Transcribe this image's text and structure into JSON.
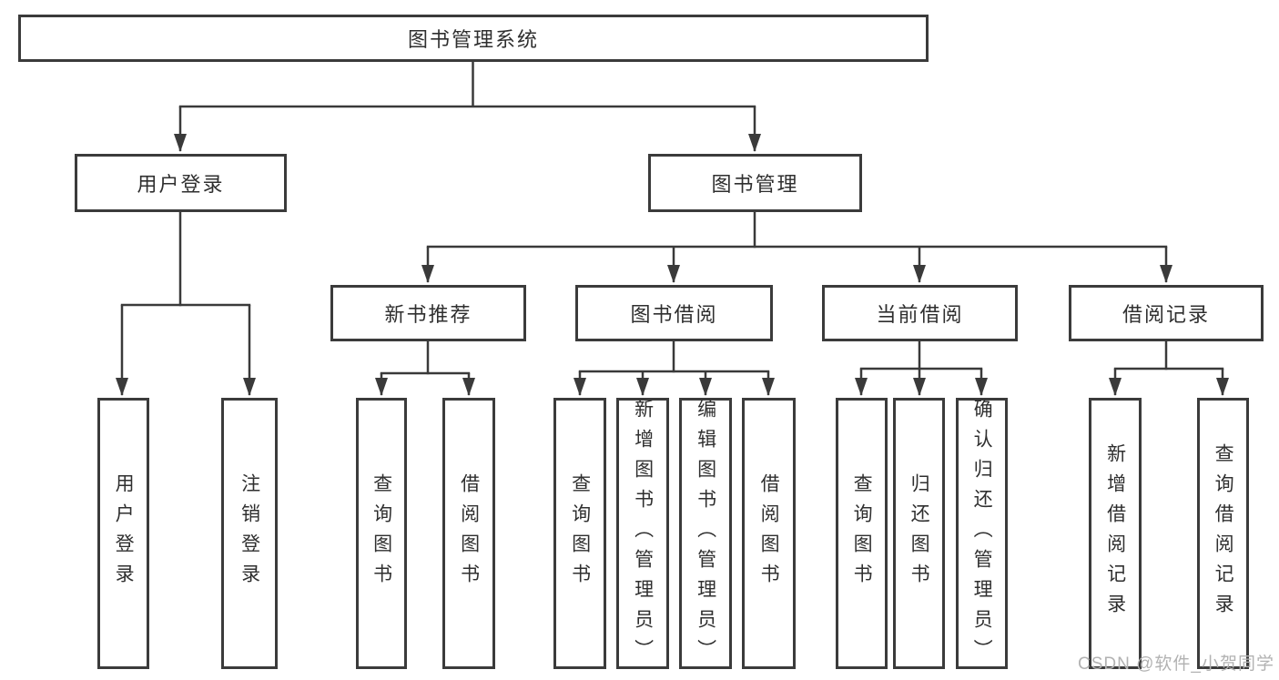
{
  "nodes": {
    "root": "图书管理系统",
    "user_login": "用户登录",
    "book_mgmt": "图书管理",
    "new_book_rec": "新书推荐",
    "book_borrow": "图书借阅",
    "current_borrow": "当前借阅",
    "borrow_records": "借阅记录",
    "ul_user_login": "用户登录",
    "ul_logout": "注销登录",
    "nb_query_books": "查询图书",
    "nb_borrow_books": "借阅图书",
    "bb_query_books": "查询图书",
    "bb_add_books": "新增图书（管理员）",
    "bb_edit_books": "编辑图书（管理员）",
    "bb_borrow_books": "借阅图书",
    "cb_query_books": "查询图书",
    "cb_return_books": "归还图书",
    "cb_confirm_return": "确认归还（管理员）",
    "br_add_record": "新增借阅记录",
    "br_query_record": "查询借阅记录"
  },
  "hierarchy": {
    "图书管理系统": [
      "用户登录",
      "图书管理"
    ],
    "用户登录": [
      "用户登录",
      "注销登录"
    ],
    "图书管理": [
      "新书推荐",
      "图书借阅",
      "当前借阅",
      "借阅记录"
    ],
    "新书推荐": [
      "查询图书",
      "借阅图书"
    ],
    "图书借阅": [
      "查询图书",
      "新增图书（管理员）",
      "编辑图书（管理员）",
      "借阅图书"
    ],
    "当前借阅": [
      "查询图书",
      "归还图书",
      "确认归还（管理员）"
    ],
    "借阅记录": [
      "新增借阅记录",
      "查询借阅记录"
    ]
  },
  "watermark": "CSDN @软件_小贺同学",
  "colors": {
    "line": "#3a3a3a",
    "border": "#3b3b3b",
    "text": "#2f2f2f",
    "watermark": "#b2b2b2",
    "background": "#ffffff"
  }
}
